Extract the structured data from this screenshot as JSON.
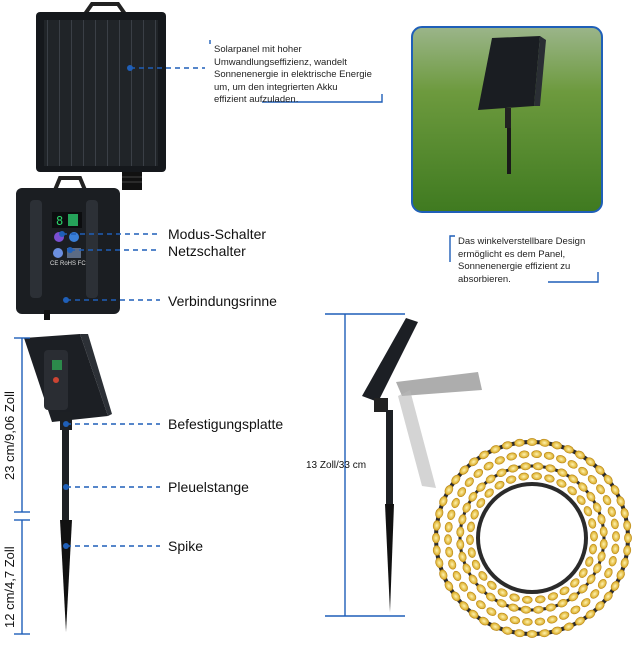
{
  "solar_panel_desc": {
    "lines": [
      "Solarpanel mit hoher",
      "Umwandlungseffizienz, wandelt",
      "Sonnenenergie in elektrische Energie",
      "um, um den integrierten Akku",
      "effizient aufzuladen."
    ]
  },
  "angle_desc": {
    "lines": [
      "Das winkelverstellbare Design",
      "ermöglicht es dem Panel,",
      "Sonnenenergie effizient zu",
      "absorbieren."
    ]
  },
  "labels": {
    "mode_switch": "Modus-Schalter",
    "power_switch": "Netzschalter",
    "connection_groove": "Verbindungsrinne",
    "mounting_plate": "Befestigungsplatte",
    "connecting_rod": "Pleuelstange",
    "spike": "Spike"
  },
  "dimensions": {
    "upper_height": "23 cm/9,06 Zoll",
    "lower_height": "12 cm/4,7 Zoll",
    "total_height": "13 Zoll/33 cm"
  },
  "device_badge": "CE RoHS FC",
  "colors": {
    "accent_blue": "#1f5fb8",
    "panel_dark": "#1a1d22",
    "led_yellow": "#e8c23a"
  }
}
